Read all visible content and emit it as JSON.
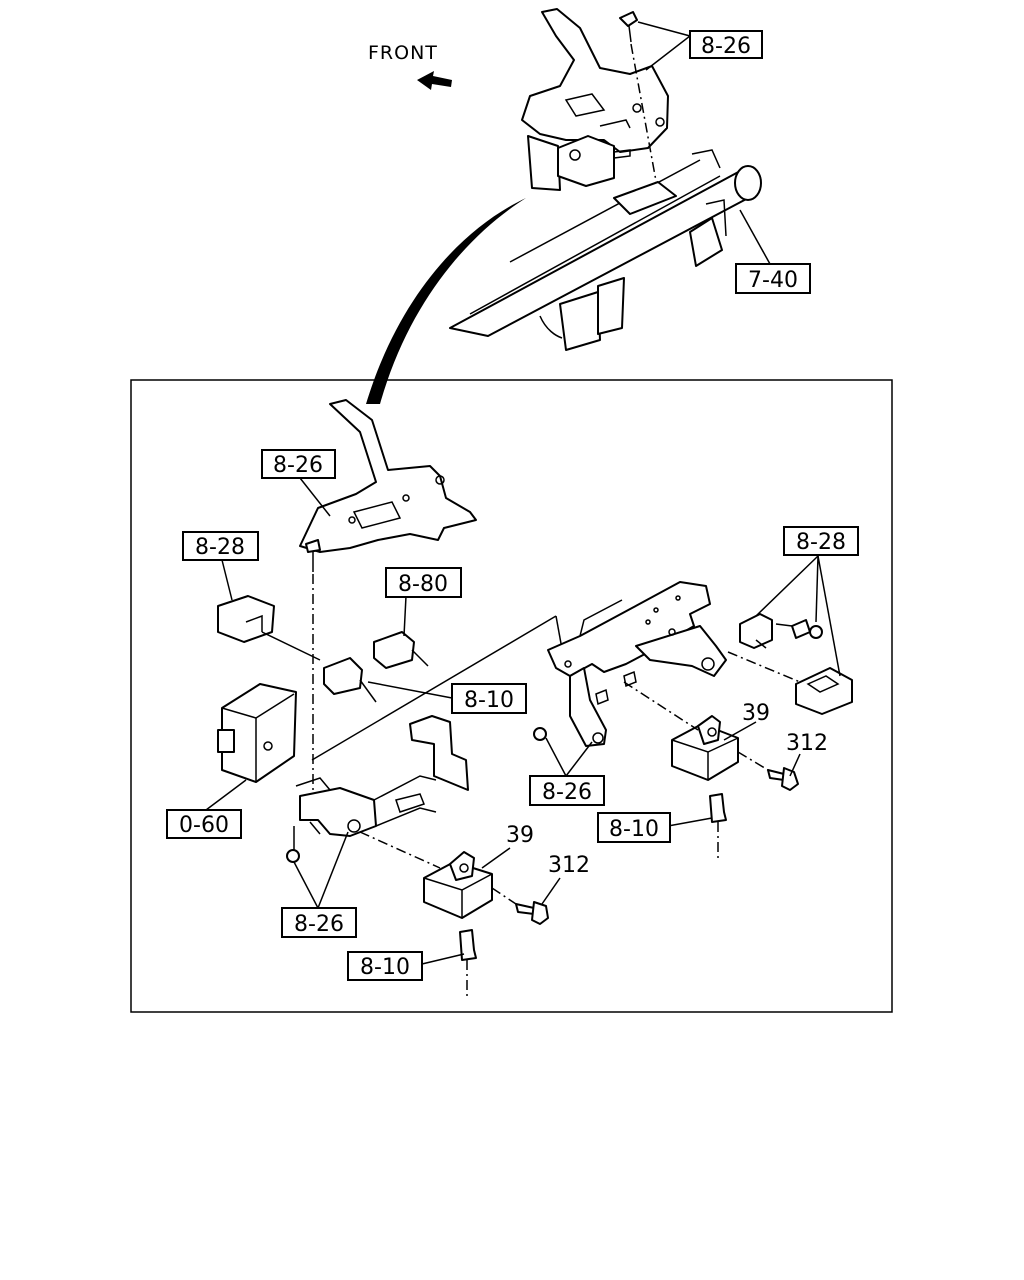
{
  "direction_label": "FRONT",
  "callouts": {
    "top_bracket": "8-26",
    "crossmember": "7-40",
    "bracket_upper": "8-26",
    "relay_left": "8-28",
    "connector_upper": "8-80",
    "connector_mid": "8-10",
    "relay_right": "8-28",
    "bracket_mid_right": "8-26",
    "control_unit": "0-60",
    "bracket_lower_left": "8-26",
    "connector_lower_right": "8-10",
    "connector_lower": "8-10",
    "horn_right": "39",
    "bolt_right": "312",
    "horn_lower": "39",
    "bolt_lower": "312"
  }
}
